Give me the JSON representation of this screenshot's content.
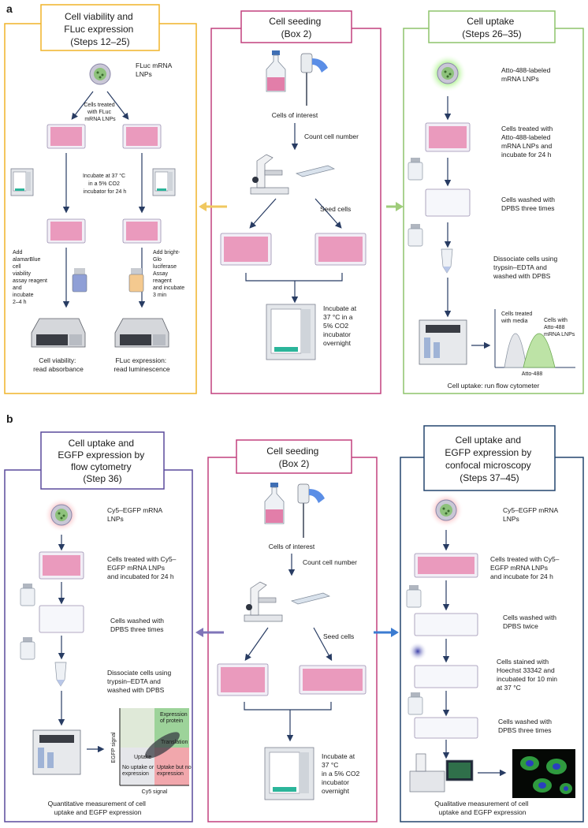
{
  "panel_a": {
    "letter": "a",
    "left": {
      "title": [
        "Cell viability and",
        "FLuc expression",
        "(Steps 12–25)"
      ],
      "lnp_label": [
        "FLuc mRNA",
        "LNPs"
      ],
      "treated": [
        "Cells treated",
        "with FLuc",
        "mRNA LNPs"
      ],
      "incubate": [
        "Incubate at 37 °C",
        "in a 5% CO2",
        "incubator for 24 h"
      ],
      "alamar": [
        "Add",
        "alamarBlue",
        "cell",
        "viability",
        "assay reagent",
        "and",
        "incubate",
        "2–4 h"
      ],
      "glo": [
        "Add bright-",
        "Glo",
        "luciferase",
        "Assay",
        "reagent",
        "and incubate",
        "3 min"
      ],
      "viability": [
        "Cell viability:",
        "read absorbance"
      ],
      "fluc": [
        "FLuc expression:",
        "read luminescence"
      ]
    },
    "center": {
      "title": [
        "Cell seeding",
        "(Box 2)"
      ],
      "cells_of_interest": "Cells of interest",
      "count": "Count cell number",
      "seed": "Seed cells",
      "incubate": [
        "Incubate at",
        "37 °C in a",
        "5% CO2",
        "incubator",
        "overnight"
      ]
    },
    "right": {
      "title": [
        "Cell uptake",
        "(Steps 26–35)"
      ],
      "lnp_label": [
        "Atto-488-labeled",
        "mRNA LNPs"
      ],
      "treated": [
        "Cells treated with",
        "Atto-488-labeled",
        "mRNA LNPs and",
        "incubate for 24 h"
      ],
      "washed": [
        "Cells washed with",
        "DPBS three times"
      ],
      "dissociate": [
        "Dissociate cells using",
        "trypsin–EDTA and",
        "washed with DPBS"
      ],
      "media": [
        "Cells treated",
        "with media"
      ],
      "atto_cells": [
        "Cells with",
        "Atto-488",
        "mRNA LNPs"
      ],
      "axis": "Atto-488",
      "caption": "Cell uptake: run flow cytometer"
    }
  },
  "panel_b": {
    "letter": "b",
    "left": {
      "title": [
        "Cell uptake and",
        "EGFP expression by",
        "flow cytometry",
        "(Step 36)"
      ],
      "lnp_label": [
        "Cy5–EGFP mRNA",
        "LNPs"
      ],
      "treated": [
        "Cells treated with Cy5–",
        "EGFP mRNA LNPs",
        "and incubated for 24 h"
      ],
      "washed": [
        "Cells washed with",
        "DPBS three times"
      ],
      "dissociate": [
        "Dissociate cells using",
        "trypsin–EDTA and",
        "washed with DPBS"
      ],
      "y_axis": "EGFP signal",
      "x_axis": "Cy5 signal",
      "q_expression": [
        "Expression",
        "of protein"
      ],
      "q_translation": "Translation",
      "q_uptake": "Uptake",
      "q_no": [
        "No uptake or",
        "expression"
      ],
      "q_uptake_no": [
        "Uptake but no",
        "expression"
      ],
      "caption": [
        "Quantitative measurement of cell",
        "uptake and EGFP expression"
      ]
    },
    "center": {
      "title": [
        "Cell seeding",
        "(Box 2)"
      ],
      "cells_of_interest": "Cells of interest",
      "count": "Count cell number",
      "seed": "Seed cells",
      "incubate": [
        "Incubate at",
        "37 °C",
        "in a 5% CO2",
        "incubator",
        "overnight"
      ]
    },
    "right": {
      "title": [
        "Cell uptake and",
        "EGFP expression by",
        "confocal microscopy",
        "(Steps 37–45)"
      ],
      "lnp_label": [
        "Cy5–EGFP mRNA",
        "LNPs"
      ],
      "treated": [
        "Cells treated with Cy5–",
        "EGFP mRNA LNPs",
        "and incubate for 24 h"
      ],
      "washed": [
        "Cells washed with",
        "DPBS twice"
      ],
      "stained": [
        "Cells stained with",
        "Hoechst 33342 and",
        "incubated for 10 min",
        "at 37 °C"
      ],
      "washed3": [
        "Cells washed with",
        "DPBS three times"
      ],
      "caption": [
        "Qualitative measurement of cell",
        "uptake and EGFP expression"
      ]
    }
  },
  "colors": {
    "orange": "#f0b429",
    "magenta": "#c2407e",
    "green": "#8dc46b",
    "purple": "#5a4a9c",
    "navy": "#23456e",
    "plate_pink": "#e98bb3",
    "arrow_dark": "#283c63"
  }
}
